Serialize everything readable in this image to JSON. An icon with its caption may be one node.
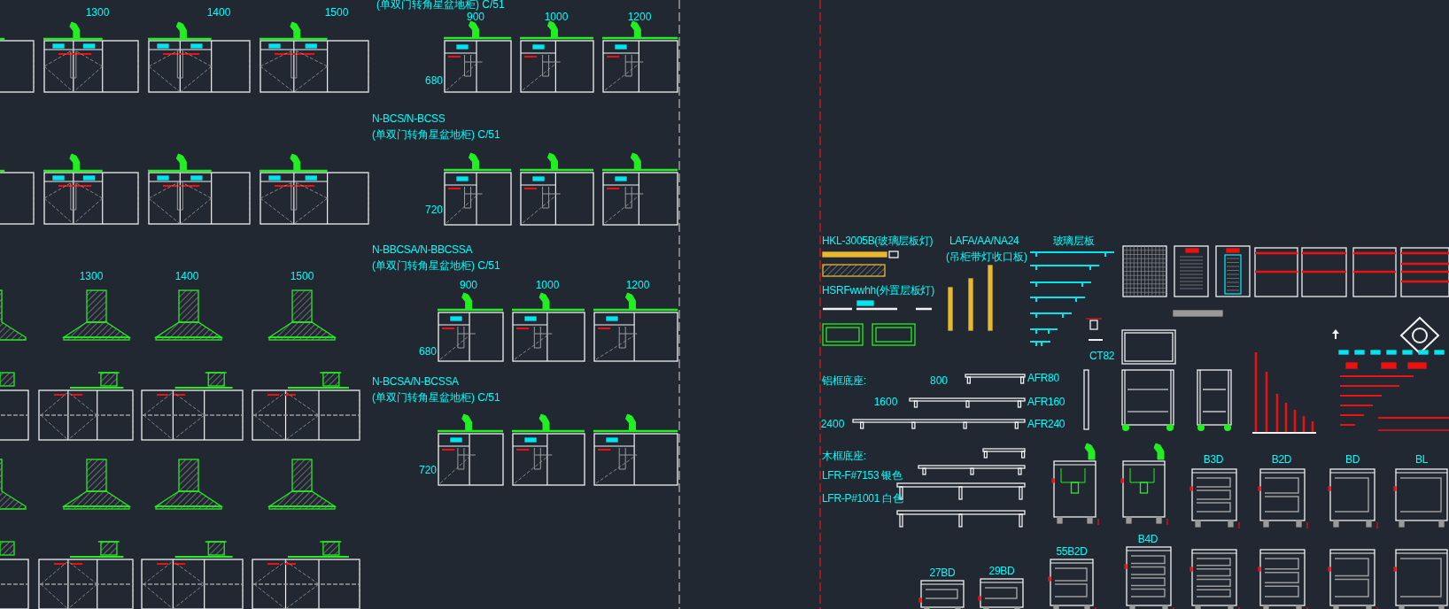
{
  "diagram": {
    "labels": [
      "(单双门转角星盆地柜) C/51",
      "1300",
      "1400",
      "1500",
      "900",
      "1000",
      "1200",
      "680",
      "N-BCS/N-BCSS",
      "(单双门转角星盆地柜) C/51",
      "720",
      "N-BBCSA/N-BBCSSA",
      "(单双门转角星盆地柜) C/51",
      "1300",
      "1400",
      "1500",
      "900",
      "1000",
      "1200",
      "680",
      "N-BCSA/N-BCSSA",
      "(单双门转角星盆地柜) C/51",
      "720",
      "HKL-3005B(玻璃层板灯)",
      "LAFA/AA/NA24",
      "(吊柜带灯收口板)",
      "玻璃层板",
      "HSRFwwhh(外置层板灯)",
      "CT82",
      "铝框底座:",
      "800",
      "AFR80",
      "1600",
      "AFR160",
      "2400",
      "AFR240",
      "木框底座:",
      "LFR-F#7153 银色",
      "LFR-P#1001 白色",
      "B3D",
      "B2D",
      "BD",
      "BL",
      "B4D",
      "55B2D",
      "27BD",
      "29BD"
    ]
  }
}
